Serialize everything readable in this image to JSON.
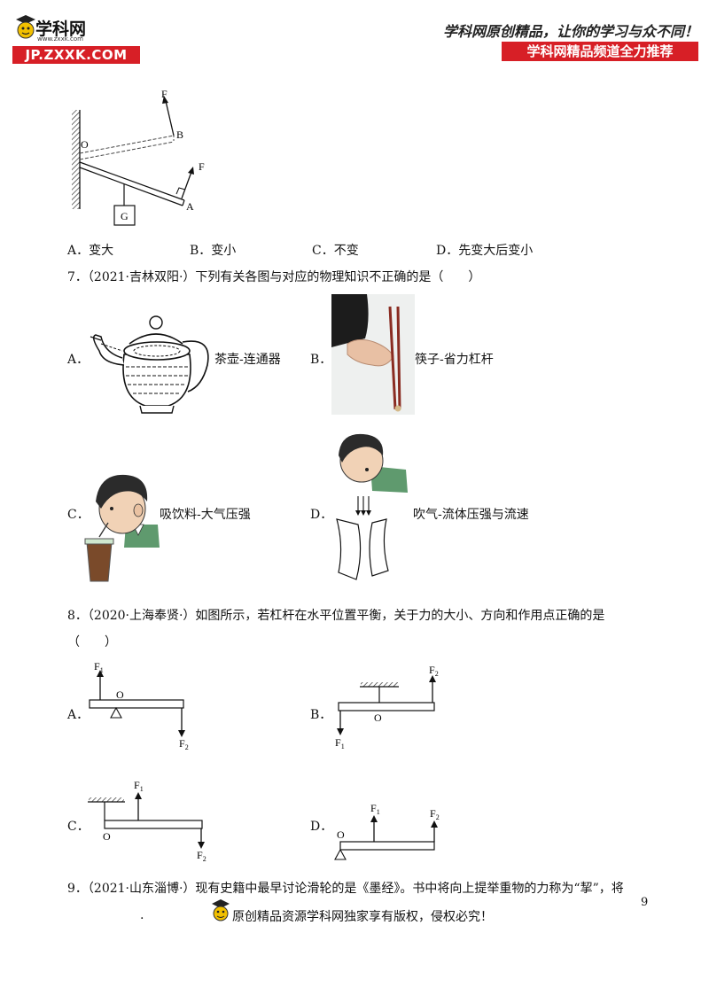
{
  "header": {
    "logo_cn": "学科网",
    "logo_url": "www.zxxk.com",
    "logo_bar": "JP.ZXXK.COM",
    "slogan": "学科网原创精品，让你的学习与众不同！",
    "promo": "学科网精品频道全力推荐"
  },
  "fig6": {
    "label_F_top": "F",
    "label_B": "B",
    "label_O": "O",
    "label_F_right": "F",
    "label_A": "A",
    "label_G": "G"
  },
  "q6_options": [
    {
      "letter": "A．",
      "text": "变大"
    },
    {
      "letter": "B．",
      "text": "变小"
    },
    {
      "letter": "C．",
      "text": "不变"
    },
    {
      "letter": "D．",
      "text": "先变大后变小"
    }
  ],
  "q7": {
    "stem": "7．（2021·吉林双阳·）下列有关各图与对应的物理知识不正确的是（　　）",
    "options": [
      {
        "letter": "A．",
        "caption": "茶壶-连通器"
      },
      {
        "letter": "B．",
        "caption": "筷子-省力杠杆"
      },
      {
        "letter": "C．",
        "caption": "吸饮料-大气压强"
      },
      {
        "letter": "D．",
        "caption": "吹气-流体压强与流速"
      }
    ]
  },
  "q8": {
    "stem_line1": "8．（2020·上海奉贤·）如图所示，若杠杆在水平位置平衡，关于力的大小、方向和作用点正确的是",
    "stem_line2": "（　　）",
    "options": [
      {
        "letter": "A．",
        "f1": "F",
        "f1_sub": "1",
        "f2": "F",
        "f2_sub": "2",
        "o": "O"
      },
      {
        "letter": "B．",
        "f1": "F",
        "f1_sub": "1",
        "f2": "F",
        "f2_sub": "2",
        "o": "O"
      },
      {
        "letter": "C．",
        "f1": "F",
        "f1_sub": "1",
        "f2": "F",
        "f2_sub": "2",
        "o": "O"
      },
      {
        "letter": "D．",
        "f1": "F",
        "f1_sub": "1",
        "f2": "F",
        "f2_sub": "2",
        "o": "O"
      }
    ]
  },
  "q9": {
    "stem": "9．（2021·山东淄博·）现有史籍中最早讨论滑轮的是《墨经》。书中将向上提举重物的力称为“挈”，将"
  },
  "footer": {
    "dot": ".",
    "text": "原创精品资源学科网独家享有版权，侵权必究！",
    "page": "9"
  }
}
